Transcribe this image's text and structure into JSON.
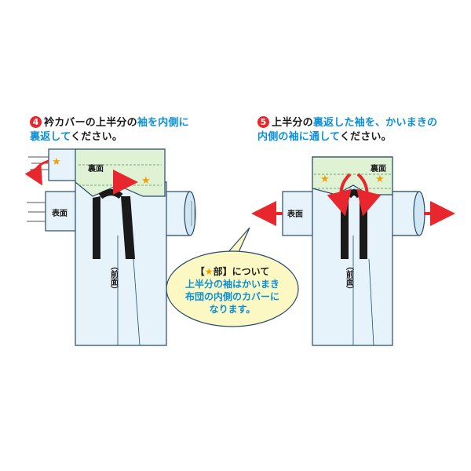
{
  "step4": {
    "number": "4",
    "line1_a": "衿カバーの上半分の",
    "line1_b": "袖を内側に",
    "line2_a": "裏返して",
    "line2_b": "ください。"
  },
  "step5": {
    "number": "5",
    "line1_a": "上半分の",
    "line1_b": "裏返した袖を、かいまきの",
    "line2_a": "内側の袖に通して",
    "line2_b": "ください。"
  },
  "bubble": {
    "bracket_open": "【",
    "star": "★",
    "part": "部】について",
    "line2": "上半分の袖はかいまき",
    "line3": "布団の内側のカバーに",
    "line4": "なります。"
  },
  "labels": {
    "ura_left": "裏面",
    "omote_left": "表面",
    "front_left": "（前面）",
    "ura_right": "裏面",
    "omote_right": "表面",
    "front_right": "（前面）"
  },
  "colors": {
    "step_number": "#e8262d",
    "highlight": "#0a8fd8",
    "garment_fill": "#e6f3fb",
    "inner_fill": "#dff2d3",
    "outline": "#2a4a6a",
    "arrow": "#e8262d",
    "bubble_fill": "#fbf8c3",
    "star": "#f2a100",
    "collar_band": "#1a1a1a"
  }
}
